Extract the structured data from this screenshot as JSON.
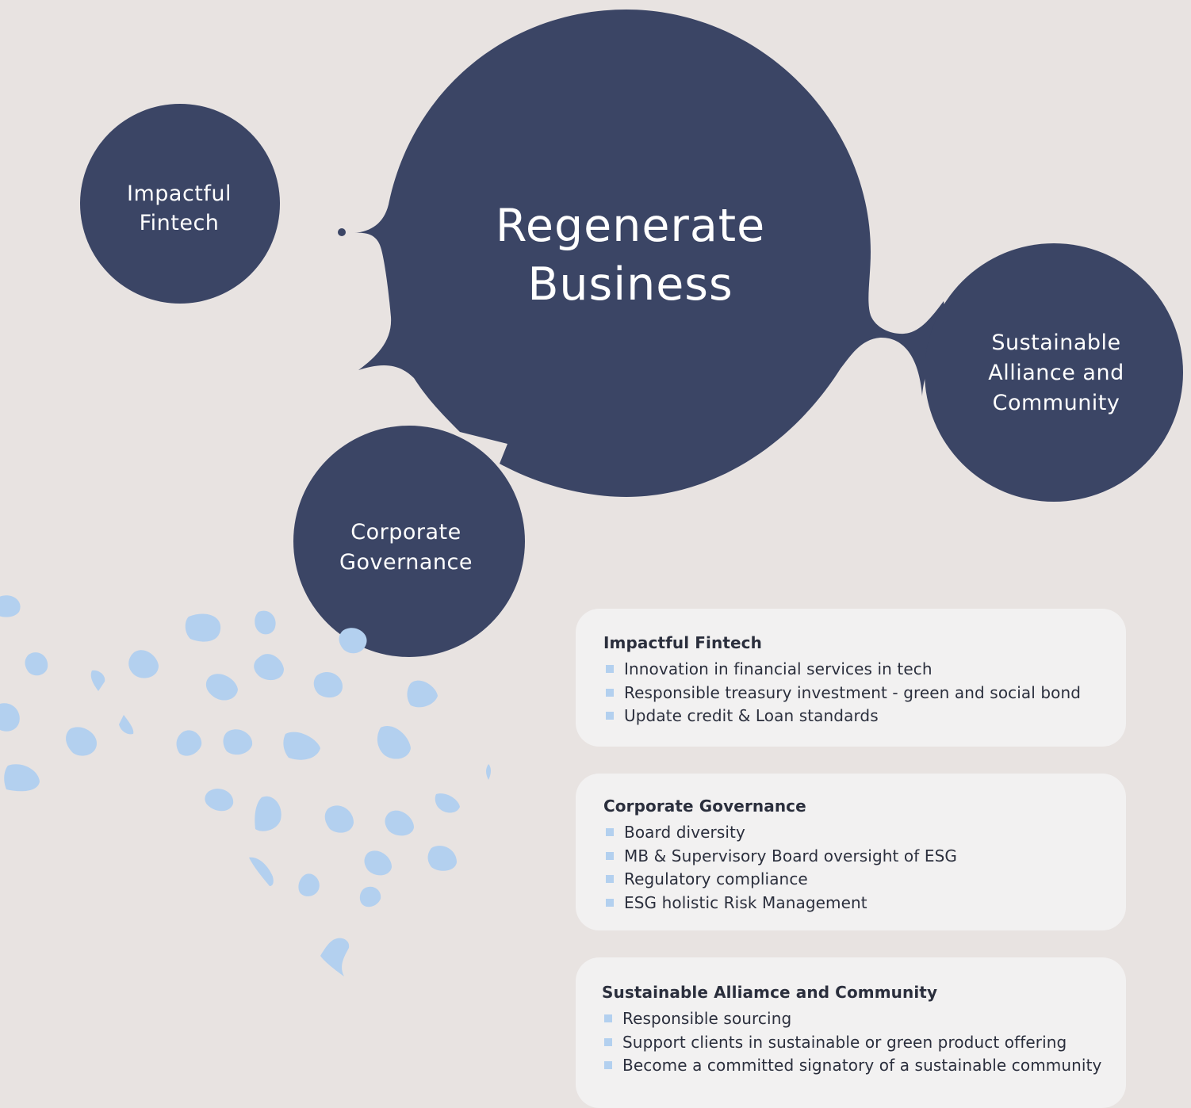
{
  "colors": {
    "background": "#e8e3e1",
    "bubble": "#3b4565",
    "card": "#f2f1f1",
    "accent_light_blue": "#b3d0ef",
    "text_dark": "#2b2f3d"
  },
  "bubbles": {
    "main": {
      "line1": "Regenerate",
      "line2": "Business"
    },
    "fintech": {
      "line1": "Impactful",
      "line2": "Fintech"
    },
    "corporate": {
      "line1": "Corporate",
      "line2": "Governance"
    },
    "alliance": {
      "line1": "Sustainable",
      "line2": "Alliance and",
      "line3": "Community"
    }
  },
  "cards": [
    {
      "title": "Impactful Fintech",
      "items": [
        "Innovation in financial services in tech",
        "Responsible treasury investment - green and social bond",
        "Update credit & Loan standards"
      ]
    },
    {
      "title": "Corporate Governance",
      "items": [
        "Board diversity",
        "MB & Supervisory Board oversight of ESG",
        "Regulatory compliance",
        "ESG holistic Risk Management"
      ]
    },
    {
      "title": "Sustainable Alliamce and Community",
      "items": [
        "Responsible sourcing",
        "Support clients in sustainable or green product offering",
        "Become a committed signatory of a sustainable community"
      ]
    }
  ]
}
